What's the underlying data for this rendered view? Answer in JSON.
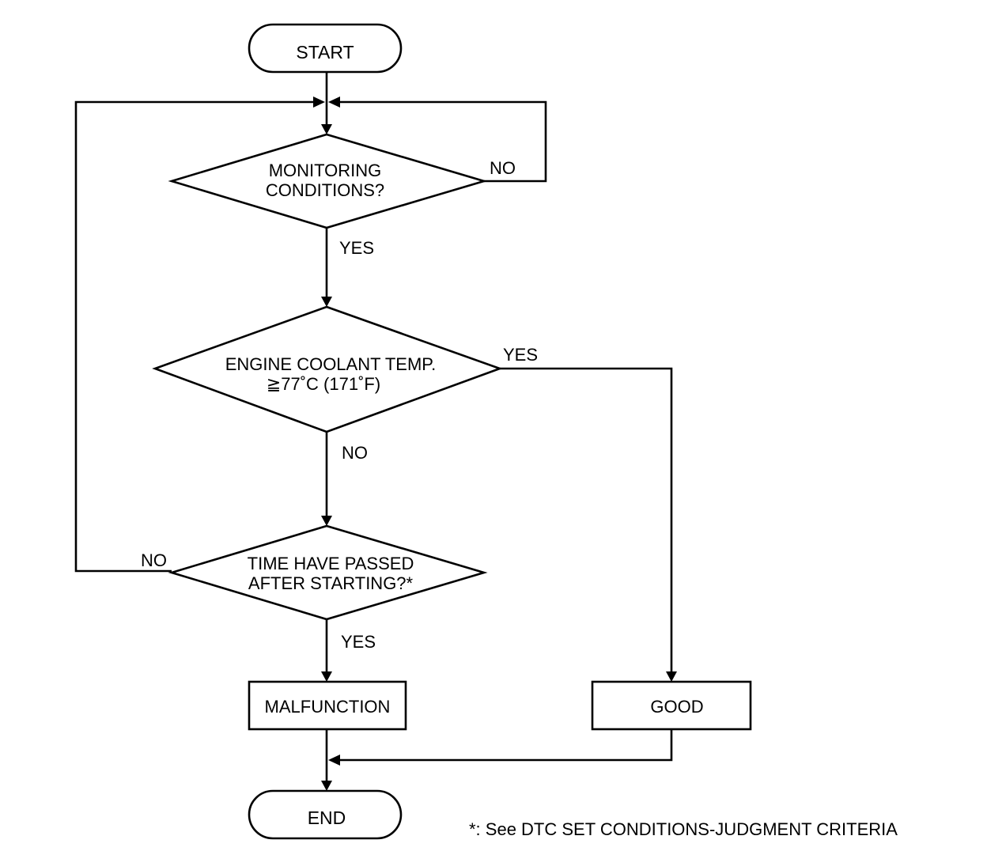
{
  "nodes": {
    "start": "START",
    "monitoring": {
      "line1": "MONITORING",
      "line2": "CONDITIONS?"
    },
    "coolant": {
      "line1": "ENGINE COOLANT TEMP.",
      "line2": "≧77˚C (171˚F)"
    },
    "time_passed": {
      "line1": "TIME HAVE PASSED",
      "line2": "AFTER STARTING?*"
    },
    "malfunction": "MALFUNCTION",
    "good": "GOOD",
    "end": "END"
  },
  "edge_labels": {
    "monitoring_no": "NO",
    "monitoring_yes": "YES",
    "coolant_yes": "YES",
    "coolant_no": "NO",
    "time_no": "NO",
    "time_yes": "YES"
  },
  "footnote": "*: See DTC SET CONDITIONS-JUDGMENT CRITERIA"
}
